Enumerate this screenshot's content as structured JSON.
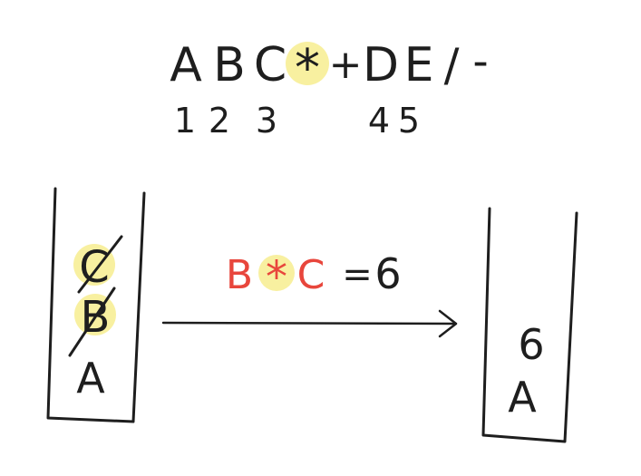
{
  "expression": {
    "tokens": [
      "A",
      "B",
      "C",
      "*",
      "+",
      "D",
      "E",
      "/",
      "-"
    ],
    "highlighted_token": "*",
    "index_labels": [
      "1",
      "2",
      "3",
      "4",
      "5"
    ]
  },
  "left_stack": {
    "items": [
      "C",
      "B",
      "A"
    ],
    "crossed_items": [
      "C",
      "B"
    ]
  },
  "operation": {
    "left_operand": "B",
    "operator": "*",
    "right_operand": "C",
    "equals": "=",
    "result": "6"
  },
  "right_stack": {
    "items": [
      "6",
      "A"
    ]
  },
  "colors": {
    "ink": "#1e1e1e",
    "highlight": "#f8f0a0",
    "operation": "#e8463c"
  }
}
